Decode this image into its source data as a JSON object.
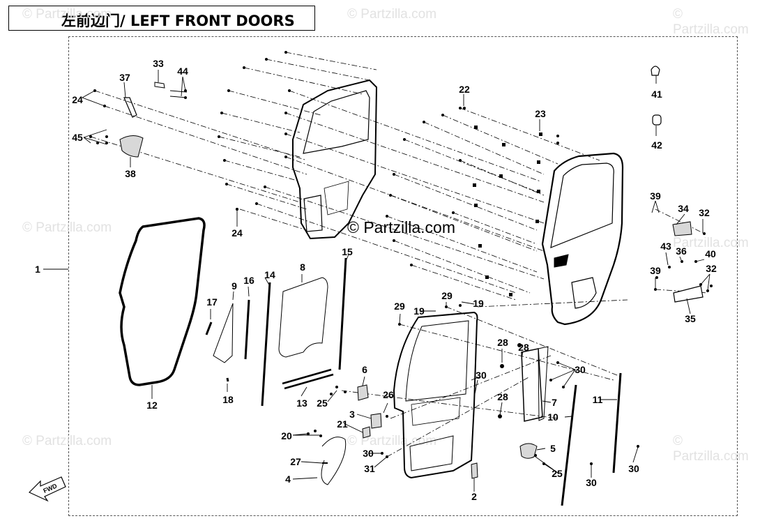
{
  "title": "左前边门/ LEFT FRONT DOORS",
  "watermark": "© Partzilla.com",
  "watermark_center": "© Partzilla.com",
  "fwd_label": "FWD",
  "callouts": {
    "c1": "1",
    "c2": "2",
    "c3": "3",
    "c4": "4",
    "c5": "5",
    "c6": "6",
    "c7": "7",
    "c8": "8",
    "c9": "9",
    "c10": "10",
    "c11": "11",
    "c12": "12",
    "c13": "13",
    "c14": "14",
    "c15": "15",
    "c16": "16",
    "c17": "17",
    "c18": "18",
    "c19a": "19",
    "c19b": "19",
    "c20": "20",
    "c21": "21",
    "c22": "22",
    "c23": "23",
    "c24a": "24",
    "c24b": "24",
    "c25a": "25",
    "c25b": "25",
    "c26": "26",
    "c27": "27",
    "c28a": "28",
    "c28b": "28",
    "c28c": "28",
    "c29a": "29",
    "c29b": "29",
    "c30a": "30",
    "c30b": "30",
    "c30c": "30",
    "c30d": "30",
    "c30e": "30",
    "c31": "31",
    "c32a": "32",
    "c32b": "32",
    "c33": "33",
    "c34": "34",
    "c35": "35",
    "c36": "36",
    "c37": "37",
    "c38": "38",
    "c39a": "39",
    "c39b": "39",
    "c40": "40",
    "c41": "41",
    "c42": "42",
    "c43": "43",
    "c44": "44",
    "c45": "45"
  },
  "colors": {
    "line": "#000000",
    "frame": "#555555",
    "watermark": "#e2e2e2",
    "part_fill": "#d8d8d8"
  }
}
